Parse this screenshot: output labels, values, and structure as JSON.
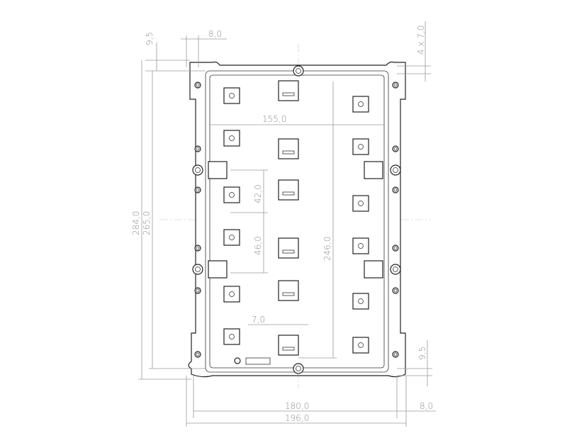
{
  "drawing": {
    "line_color": "#222222",
    "dimension_color": "#8a8a8a",
    "dimensions": {
      "top_left_vertical": "9,5",
      "top_left_horizontal": "8,0",
      "overall_height": "284,0",
      "inner_height": "265,0",
      "inner_width_span": "155,0",
      "pitch_a": "42,0",
      "pitch_b": "46,0",
      "center_height": "246,0",
      "slot_width": "7,0",
      "slot_callout": "4 x 7,0",
      "bottom_right_vertical": "9,5",
      "inner_width": "180,0",
      "right_offset": "8,0",
      "overall_width": "196,0"
    }
  }
}
